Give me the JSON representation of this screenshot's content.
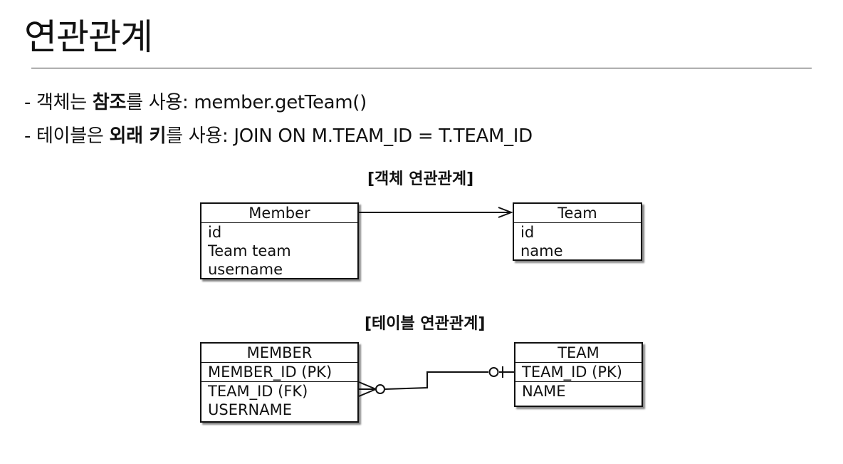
{
  "title": "연관관계",
  "bullets": {
    "b1": {
      "prefix": "- 객체는 ",
      "bold": "참조",
      "suffix": "를 사용: member.getTeam()"
    },
    "b2": {
      "prefix": "- 테이블은 ",
      "bold": "외래 키",
      "suffix": "를 사용: JOIN ON M.TEAM_ID = T.TEAM_ID"
    }
  },
  "object_diagram": {
    "caption": "[객체 연관관계]",
    "member": {
      "name": "Member",
      "fields": [
        "id",
        "Team team",
        "username"
      ]
    },
    "team": {
      "name": "Team",
      "fields": [
        "id",
        "name"
      ]
    }
  },
  "table_diagram": {
    "caption": "[테이블 연관관계]",
    "member": {
      "name": "MEMBER",
      "fields": [
        "MEMBER_ID (PK)",
        "TEAM_ID (FK)",
        "USERNAME"
      ]
    },
    "team": {
      "name": "TEAM",
      "fields": [
        "TEAM_ID (PK)",
        "NAME"
      ]
    }
  }
}
